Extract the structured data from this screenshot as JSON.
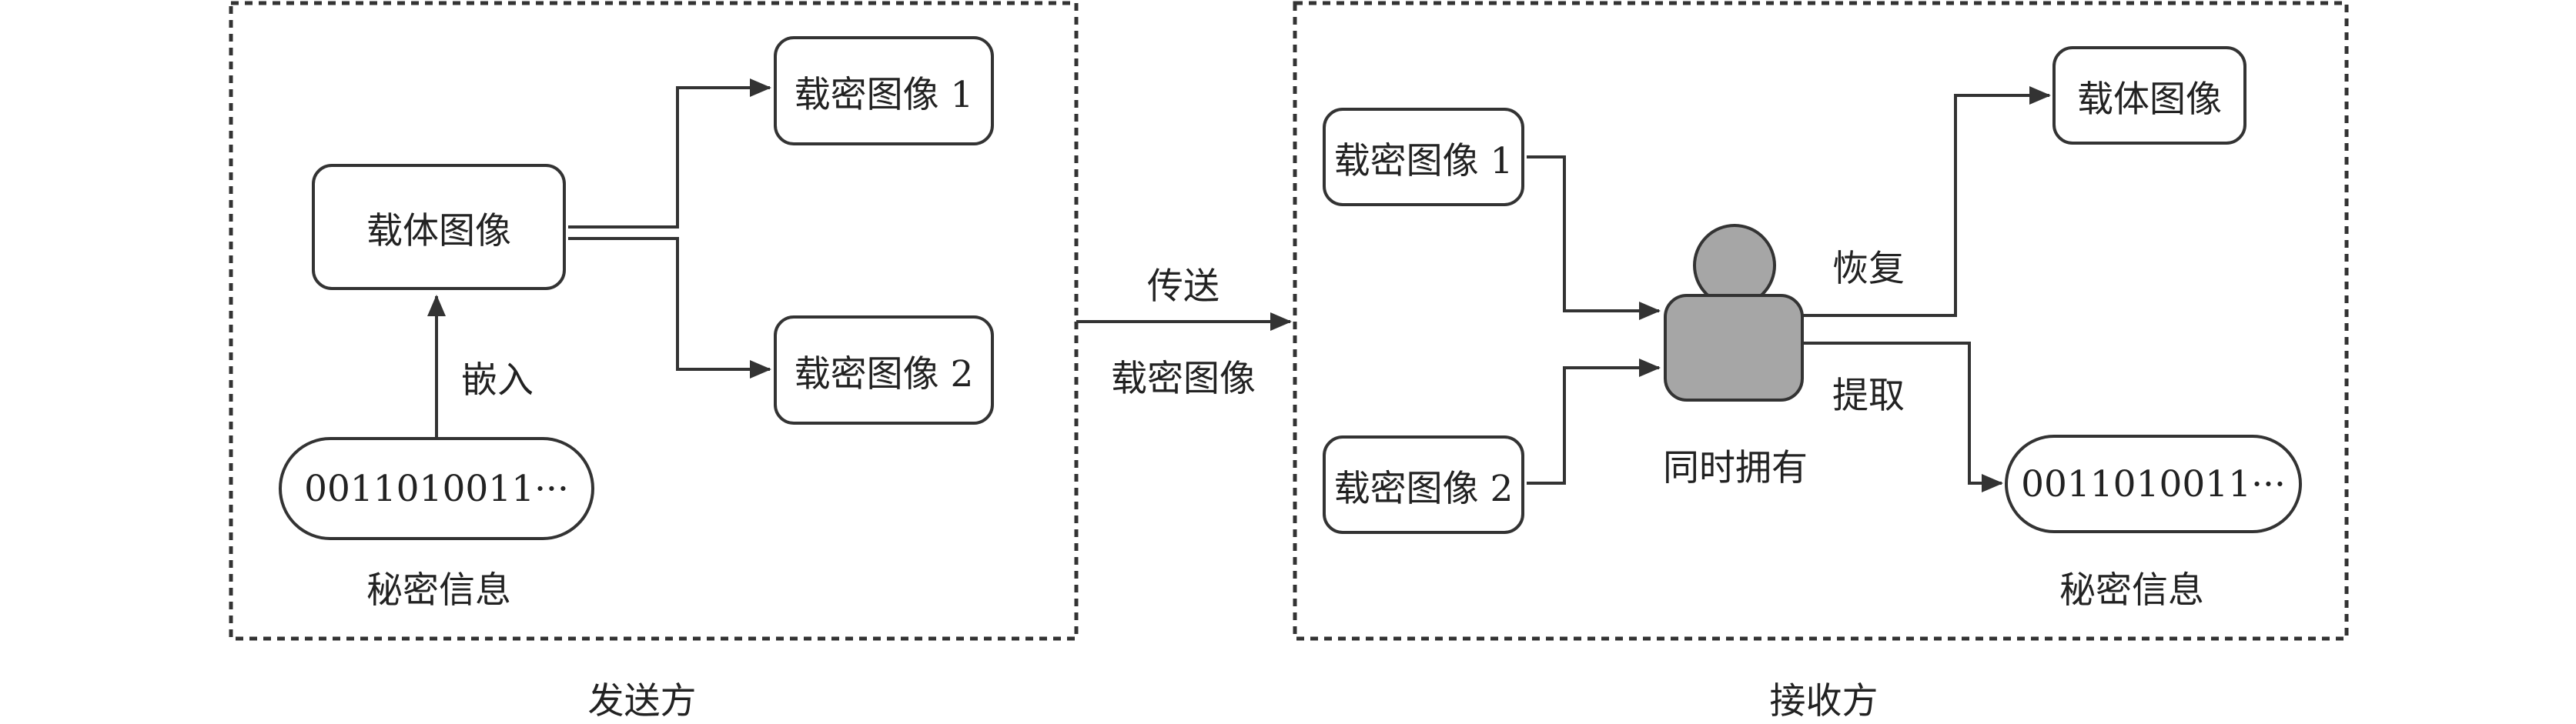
{
  "sender": {
    "caption": "发送方",
    "cover_image": "载体图像",
    "stego_image_1": "载密图像 1",
    "stego_image_2": "载密图像 2",
    "secret_bits": "0011010011···",
    "secret_info_label": "秘密信息",
    "embed_label": "嵌入"
  },
  "transfer": {
    "label_top": "传送",
    "label_bottom": "载密图像"
  },
  "receiver": {
    "caption": "接收方",
    "stego_image_1": "载密图像 1",
    "stego_image_2": "载密图像 2",
    "holder_label": "同时拥有",
    "recover_label": "恢复",
    "extract_label": "提取",
    "cover_image": "载体图像",
    "secret_bits": "0011010011···",
    "secret_info_label": "秘密信息"
  },
  "colors": {
    "line": "#333333",
    "person_fill": "#a6a6a6"
  },
  "icons": {
    "person": "person-icon"
  }
}
